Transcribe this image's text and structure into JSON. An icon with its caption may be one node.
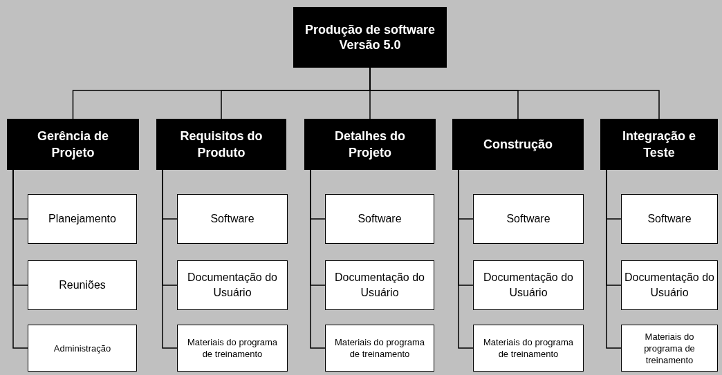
{
  "diagram": {
    "nodes": [
      {
        "text": [
          "Produção de software Versão 5.0"
        ]
      },
      {
        "text": [
          "Gerência de Projeto"
        ]
      },
      {
        "text": [
          "Requisitos do Produto"
        ]
      },
      {
        "text": [
          "Detalhes do Projeto"
        ]
      },
      {
        "text": [
          "Construção"
        ]
      },
      {
        "text": [
          "Integração e Teste"
        ]
      },
      {
        "text": [
          "Planejamento"
        ]
      },
      {
        "text": [
          "Reuniões"
        ]
      },
      {
        "text": [
          "Administração"
        ]
      },
      {
        "text": [
          "Software"
        ]
      },
      {
        "text": [
          "Documentação do Usuário"
        ]
      },
      {
        "text": [
          "Materiais do programa de treinamento"
        ]
      },
      {
        "text": [
          "Software"
        ]
      },
      {
        "text": [
          "Documentação do Usuário"
        ]
      },
      {
        "text": [
          "Materiais do programa de treinamento"
        ]
      },
      {
        "text": [
          "Software"
        ]
      },
      {
        "text": [
          "Documentação do Usuário"
        ]
      },
      {
        "text": [
          "Materiais do programa de treinamento"
        ]
      },
      {
        "text": [
          "Software"
        ]
      },
      {
        "text": [
          "Documentação do Usuário"
        ]
      },
      {
        "text": [
          "Materiais do programa de treinamento"
        ]
      }
    ],
    "edges": [
      {
        "from": 0,
        "to": 1,
        "arrow": "none"
      },
      {
        "from": 0,
        "to": 2,
        "arrow": "none"
      },
      {
        "from": 0,
        "to": 3,
        "arrow": "none"
      },
      {
        "from": 0,
        "to": 4,
        "arrow": "none"
      },
      {
        "from": 0,
        "to": 5,
        "arrow": "none"
      },
      {
        "from": 1,
        "to": 6,
        "arrow": "none"
      },
      {
        "from": 1,
        "to": 7,
        "arrow": "none"
      },
      {
        "from": 1,
        "to": 8,
        "arrow": "none"
      },
      {
        "from": 2,
        "to": 9,
        "arrow": "none"
      },
      {
        "from": 2,
        "to": 10,
        "arrow": "none"
      },
      {
        "from": 2,
        "to": 11,
        "arrow": "none"
      },
      {
        "from": 3,
        "to": 12,
        "arrow": "none"
      },
      {
        "from": 3,
        "to": 13,
        "arrow": "none"
      },
      {
        "from": 3,
        "to": 14,
        "arrow": "none"
      },
      {
        "from": 4,
        "to": 15,
        "arrow": "none"
      },
      {
        "from": 4,
        "to": 16,
        "arrow": "none"
      },
      {
        "from": 4,
        "to": 17,
        "arrow": "none"
      },
      {
        "from": 5,
        "to": 18,
        "arrow": "none"
      },
      {
        "from": 5,
        "to": 19,
        "arrow": "none"
      },
      {
        "from": 5,
        "to": 20,
        "arrow": "none"
      }
    ]
  }
}
